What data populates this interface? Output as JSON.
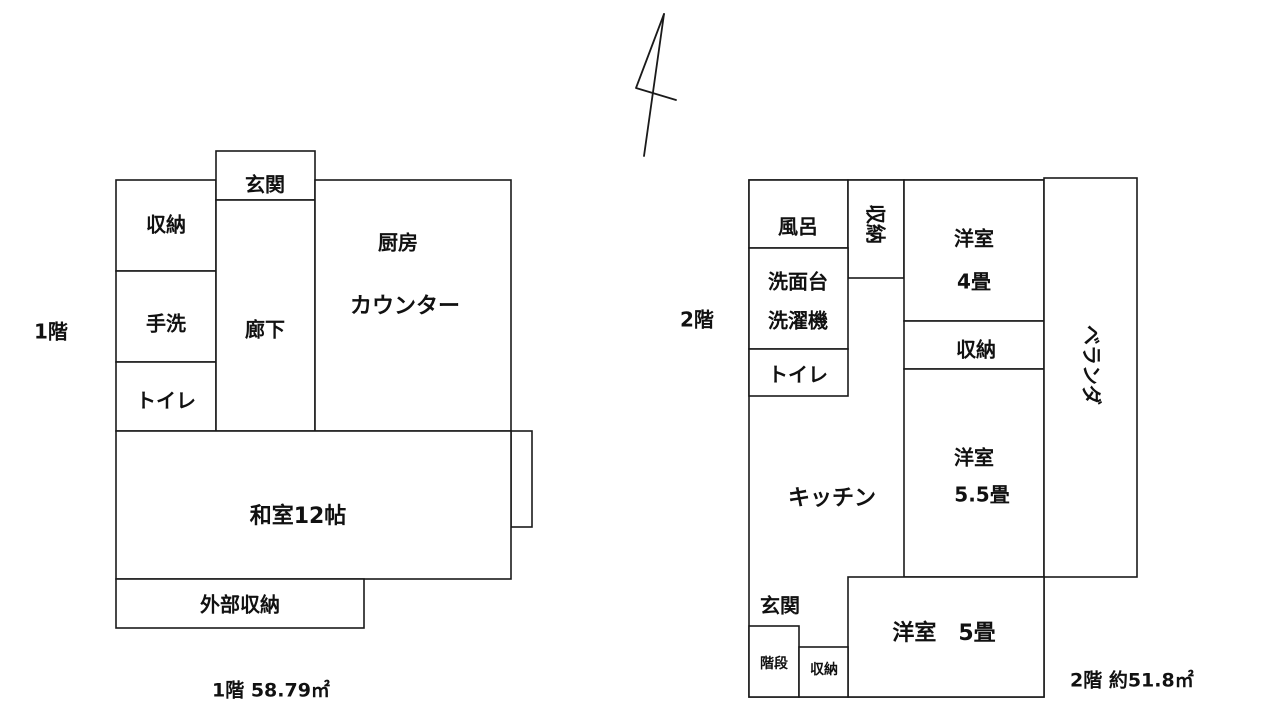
{
  "floor1": {
    "floor_label": "1階",
    "area_label": "1階 58.79㎡",
    "rooms": {
      "entrance": "玄関",
      "storage": "収納",
      "washbasin": "手洗",
      "toilet": "トイレ",
      "hallway": "廊下",
      "kitchen": "厨房",
      "counter": "カウンター",
      "japanese_room": "和室12帖",
      "outdoor_storage": "外部収納"
    }
  },
  "floor2": {
    "floor_label": "2階",
    "area_label": "2階 約51.8㎡",
    "rooms": {
      "bath": "風呂",
      "storage_vertical": "収納",
      "washroom_line1": "洗面台",
      "washroom_line2": "洗濯機",
      "toilet": "トイレ",
      "western_room_a_line1": "洋室",
      "western_room_a_line2": "4畳",
      "storage_middle": "収納",
      "veranda": "ベランダ",
      "western_room_b_line1": "洋室",
      "western_room_b_line2": "5.5畳",
      "kitchen": "キッチン",
      "entrance": "玄関",
      "western_room_c": "洋室　5畳",
      "stairs": "階段",
      "storage_bottom": "収納"
    }
  },
  "compass": {
    "icon": "north-arrow-icon"
  }
}
